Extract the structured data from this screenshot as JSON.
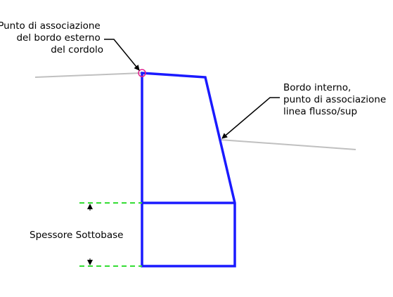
{
  "labels": {
    "outer_point": [
      "Punto di associazione",
      "del bordo esterno",
      "del cordolo"
    ],
    "inner_edge": [
      "Bordo interno,",
      "punto di associazione",
      "linea flusso/sup"
    ],
    "subbase_thickness": "Spessore Sottobase"
  },
  "colors": {
    "curb_outline": "#1a1aff",
    "ground_line": "#c0c0c0",
    "dimension_line": "#33dd33",
    "marker": "#e0208f",
    "leader": "#000000"
  }
}
